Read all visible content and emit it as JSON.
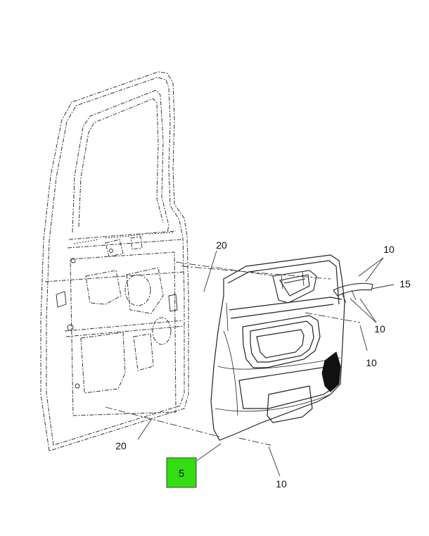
{
  "callouts": {
    "c20_top": "20",
    "c10_top": "10",
    "c15": "15",
    "c10_mid": "10",
    "c10_right": "10",
    "c20_bottom": "20",
    "c5": "5",
    "c10_bottom": "10"
  },
  "highlight_color": "#33dd11",
  "footer": {
    "left": "",
    "right": ""
  }
}
